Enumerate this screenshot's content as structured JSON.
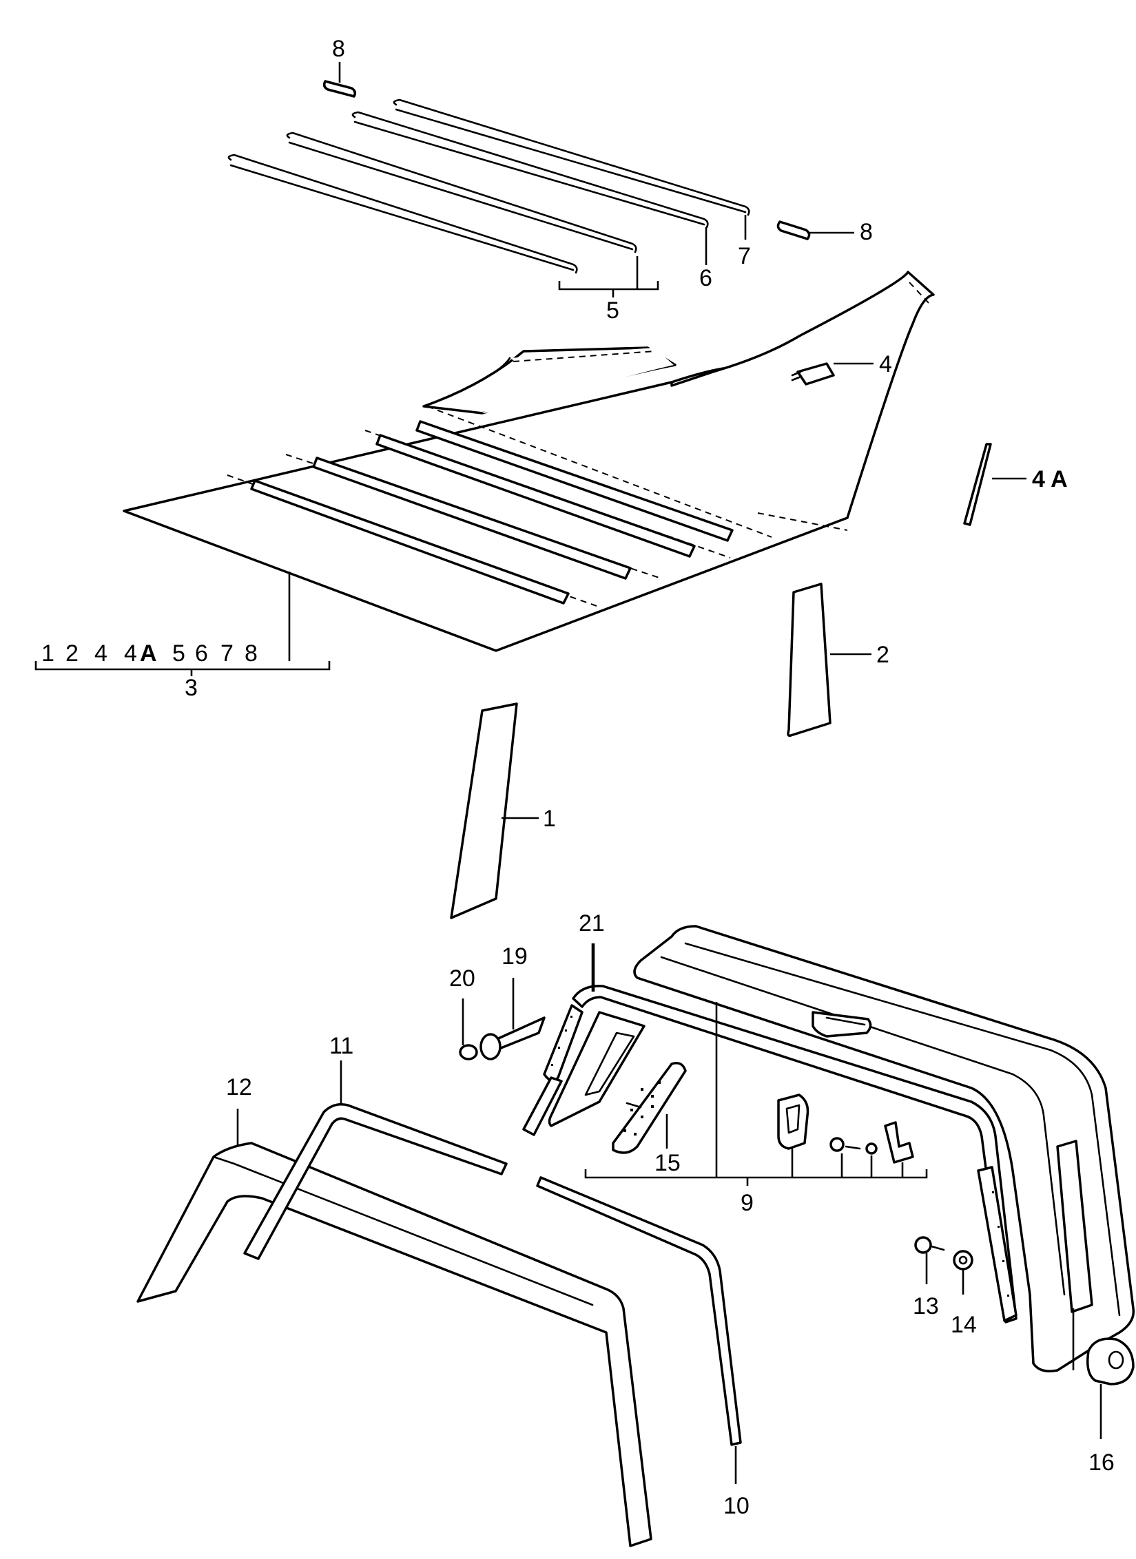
{
  "diagram": {
    "callouts": {
      "p1": "1",
      "p2": "2",
      "p3": "3",
      "p4": "4",
      "p4a": "4 A",
      "p5": "5",
      "p6": "6",
      "p7": "7",
      "p8_top": "8",
      "p8_right": "8",
      "p9": "9",
      "p10": "10",
      "p11": "11",
      "p12": "12",
      "p13": "13",
      "p14": "14",
      "p15": "15",
      "p16": "16",
      "p19": "19",
      "p20": "20",
      "p21": "21"
    },
    "group_3_members": [
      "1",
      "2",
      "4",
      "4",
      "A",
      "5",
      "6",
      "7",
      "8"
    ]
  }
}
